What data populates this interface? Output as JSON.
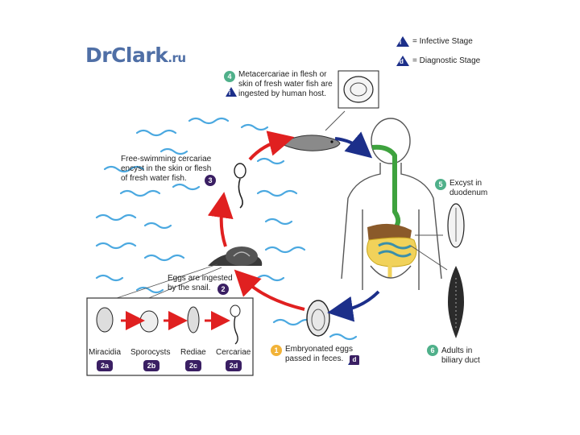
{
  "brand": {
    "name": "DrClark",
    "tld": ".ru"
  },
  "legend": {
    "infective_symbol": "i",
    "infective_text": "= Infective Stage",
    "diagnostic_symbol": "d",
    "diagnostic_text": "= Diagnostic Stage"
  },
  "stages": {
    "s1": {
      "num": "1",
      "line1": "Embryonated eggs",
      "line2": "passed in feces."
    },
    "s2": {
      "num": "2",
      "line1": "Eggs are ingested",
      "line2": "by the snail."
    },
    "s3": {
      "num": "3",
      "line1": "Free-swimming cercariae",
      "line2": "encyst in the skin or flesh",
      "line3": "of fresh water fish."
    },
    "s4": {
      "num": "4",
      "line1": "Metacercariae in flesh or",
      "line2": "skin of fresh water fish are",
      "line3": "ingested by human host."
    },
    "s5": {
      "num": "5",
      "line1": "Excyst in",
      "line2": "duodenum"
    },
    "s6": {
      "num": "6",
      "line1": "Adults in",
      "line2": "biliary duct"
    }
  },
  "substages": [
    {
      "label": "Miracidia",
      "code": "2a"
    },
    {
      "label": "Sporocysts",
      "code": "2b"
    },
    {
      "label": "Rediae",
      "code": "2c"
    },
    {
      "label": "Cercariae",
      "code": "2d"
    }
  ],
  "colors": {
    "brand": "#4f6fa6",
    "water": "#4aa8e0",
    "red_arrow": "#e02020",
    "blue_arrow": "#1c2f8a",
    "green_badge": "#4fb08a",
    "purple_badge": "#3a1f63",
    "yellow_badge": "#f2b338",
    "esophagus": "#3ea23e",
    "intestine": "#f1d25a"
  }
}
